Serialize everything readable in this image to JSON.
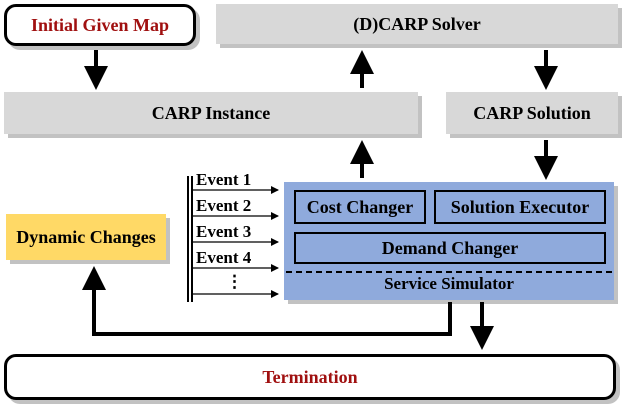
{
  "nodes": {
    "initial_map": "Initial Given Map",
    "solver": "(D)CARP Solver",
    "carp_instance": "CARP Instance",
    "carp_solution": "CARP Solution",
    "dynamic_changes": "Dynamic Changes",
    "cost_changer": "Cost Changer",
    "solution_executor": "Solution Executor",
    "demand_changer": "Demand Changer",
    "service_simulator": "Service Simulator",
    "termination": "Termination"
  },
  "events": [
    "Event 1",
    "Event 2",
    "Event 3",
    "Event 4",
    "⋮"
  ],
  "colors": {
    "box_gray": "#d8d8d8",
    "panel_blue": "#8faadc",
    "dynamic_yellow": "#ffd966",
    "accent_red": "#a01010"
  }
}
